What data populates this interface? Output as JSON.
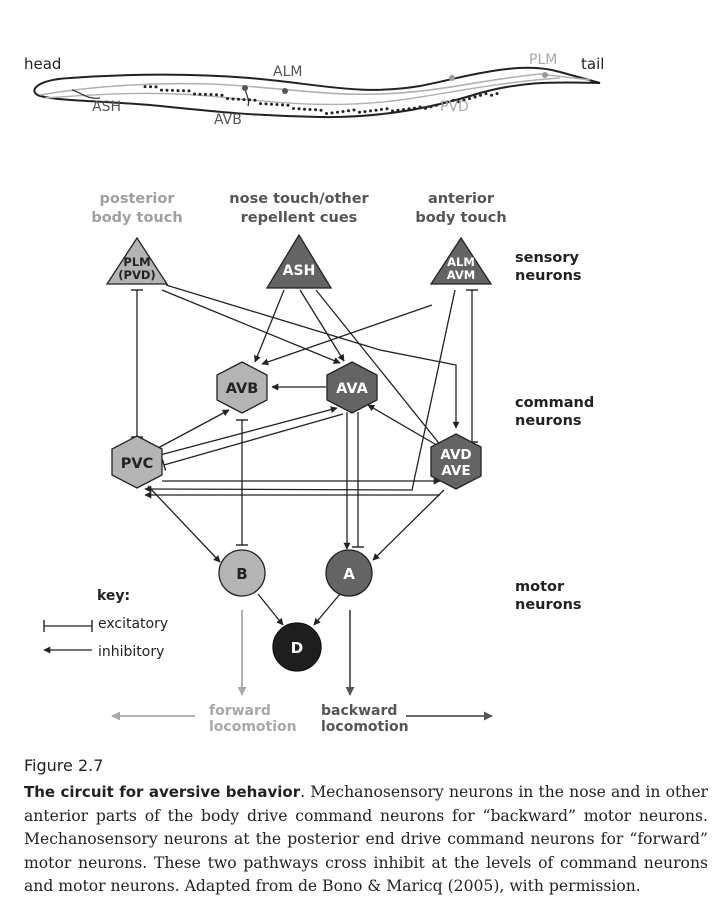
{
  "worm": {
    "head": "head",
    "tail": "tail",
    "labels": {
      "ash": "ASH",
      "avb": "AVB",
      "alm": "ALM",
      "pvd": "PVD",
      "plm": "PLM"
    }
  },
  "headers": {
    "posterior": [
      "posterior",
      "body touch"
    ],
    "nose": [
      "nose touch/other",
      "repellent cues"
    ],
    "anterior": [
      "anterior",
      "body touch"
    ]
  },
  "levels": {
    "sensory": [
      "sensory",
      "neurons"
    ],
    "command": [
      "command",
      "neurons"
    ],
    "motor": [
      "motor",
      "neurons"
    ]
  },
  "neurons": {
    "plm": [
      "PLM",
      "(PVD)"
    ],
    "ash": "ASH",
    "alm": [
      "ALM",
      "AVM"
    ],
    "avb": "AVB",
    "ava": "AVA",
    "pvc": "PVC",
    "avd": [
      "AVD",
      "AVE"
    ],
    "b": "B",
    "a": "A",
    "d": "D"
  },
  "key": {
    "title": "key:",
    "excitatory": "excitatory",
    "inhibitory": "inhibitory"
  },
  "locomotion": {
    "forward": [
      "forward",
      "locomotion"
    ],
    "backward": [
      "backward",
      "locomotion"
    ]
  },
  "caption": {
    "figure": "Figure 2.7",
    "title": "The circuit for aversive behavior",
    "body": ". Mechanosensory neurons in the nose and in other anterior parts of the body drive command neurons for “backward” motor neurons. Mechanosensory neurons at the posterior end drive command neurons for “forward” motor neurons. These two pathways cross inhibit at the levels of command neurons and motor neurons. Adapted from de Bono & Maricq (2005), with permission."
  },
  "colors": {
    "light": "#b4b4b4",
    "medium": "#646464",
    "dark": "#1e1e1e",
    "line": "#222222",
    "grey_text": "#9a9a9a"
  }
}
